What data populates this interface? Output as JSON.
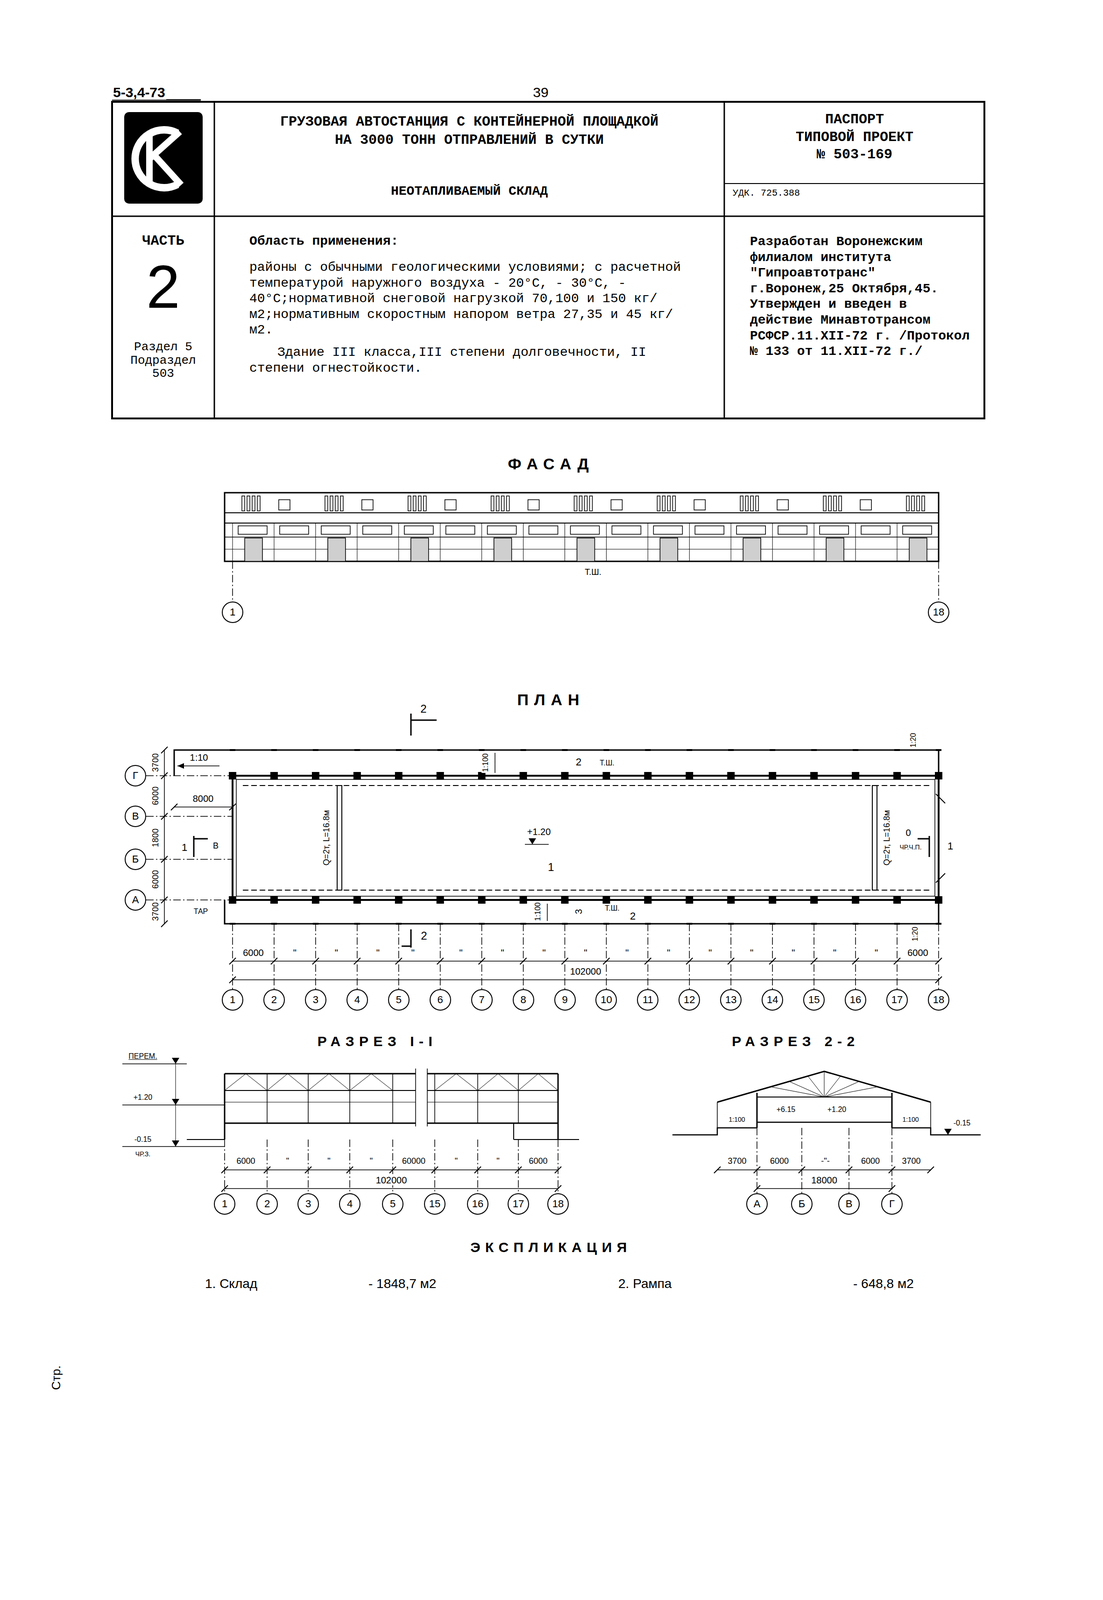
{
  "diagram": {
    "nodes": [
      {
        "text": [
          "ГРУЗОВАЯ АВТОСТАНЦИЯ С КОНТЕЙНЕРНОЙ ПЛОЩАДКОЙ НА 3000 ТОНН ОТПРАВЛЕНИЙ В СУТКИ",
          "НЕОТАПЛИВАЕМЫЙ СКЛАД"
        ]
      },
      {
        "text": [
          "ПАСПОРТ ТИПОВОЙ ПРОЕКТ № 503-169",
          "УДК. 725.388"
        ]
      },
      {
        "text": [
          "ЧАСТЬ",
          "2",
          "Раздел 5 Подраздел 503"
        ]
      },
      {
        "text": [
          "Область применения:",
          "районы с обычными геологическими условиями; с расчетной температурой наружного воздуха - 20°С, - 30°С, - 40°С;нормативной снеговой нагрузкой 70,100 и 150 кг/м2;нормативным скоростным напором ветра 27,35 и 45 кг/м2.",
          "Здание III класса,III степени долговечности, II степени огнестойкости."
        ]
      },
      {
        "text": [
          "Разработан Воронежским филиалом института \"Гипроавтотранс\" г.Воронеж,25 Октября,45. Утвержден и введен в действие Минавтотрансом РСФСР.11.XII-72 г. /Протокол № 133 от 11.XII-72 г./"
        ]
      },
      {
        "text": [
          "1"
        ]
      },
      {
        "text": [
          "18"
        ]
      },
      {
        "text": [
          "1"
        ]
      },
      {
        "text": [
          "2"
        ]
      },
      {
        "text": [
          "3"
        ]
      },
      {
        "text": [
          "4"
        ]
      },
      {
        "text": [
          "5"
        ]
      },
      {
        "text": [
          "6"
        ]
      },
      {
        "text": [
          "7"
        ]
      },
      {
        "text": [
          "8"
        ]
      },
      {
        "text": [
          "9"
        ]
      },
      {
        "text": [
          "10"
        ]
      },
      {
        "text": [
          "11"
        ]
      },
      {
        "text": [
          "12"
        ]
      },
      {
        "text": [
          "13"
        ]
      },
      {
        "text": [
          "14"
        ]
      },
      {
        "text": [
          "15"
        ]
      },
      {
        "text": [
          "16"
        ]
      },
      {
        "text": [
          "17"
        ]
      },
      {
        "text": [
          "18"
        ]
      },
      {
        "text": [
          "Г"
        ]
      },
      {
        "text": [
          "В"
        ]
      },
      {
        "text": [
          "Б"
        ]
      },
      {
        "text": [
          "А"
        ]
      },
      {
        "text": [
          "1"
        ]
      },
      {
        "text": [
          "2"
        ]
      },
      {
        "text": [
          "3"
        ]
      },
      {
        "text": [
          "4"
        ]
      },
      {
        "text": [
          "5"
        ]
      },
      {
        "text": [
          "15"
        ]
      },
      {
        "text": [
          "16"
        ]
      },
      {
        "text": [
          "17"
        ]
      },
      {
        "text": [
          "18"
        ]
      },
      {
        "text": [
          "А"
        ]
      },
      {
        "text": [
          "Б"
        ]
      },
      {
        "text": [
          "В"
        ]
      },
      {
        "text": [
          "Г"
        ]
      }
    ],
    "labels": [
      "5-3,4-73",
      "39",
      "ФАСАД",
      "Т.Ш.",
      "ПЛАН",
      "2",
      "1:10",
      "3700",
      "6000",
      "1800",
      "6000",
      "3700",
      "8000",
      "Q=2т, L=16.8м",
      "Q=2т, L=16.8м",
      "+1.20",
      "1",
      "2",
      "Т.Ш.",
      "1:100",
      "1:20",
      "1",
      "В",
      "1",
      "0",
      "ЧР.Ч.П.",
      "ТАР",
      "Т.Ш.",
      "2",
      "3",
      "1:100",
      "1:20",
      "6000",
      "\"",
      "\"",
      "\"",
      "\"",
      "\"",
      "\"",
      "\"",
      "\"",
      "\"",
      "\"",
      "\"",
      "\"",
      "\"",
      "\"",
      "\"",
      "2",
      "102000",
      "6000",
      "РАЗРЕЗ I-I",
      "ПЕРЕМ.",
      "+1.20",
      "-0.15",
      "ЧР.З.",
      "6000",
      "\"",
      "\"",
      "\"",
      "60000",
      "\"",
      "\"",
      "6000",
      "102000",
      "РАЗРЕЗ 2-2",
      "+6.15",
      "+1.20",
      "1:100",
      "1:100",
      "-0.15",
      "3700",
      "6000",
      "-\"-",
      "6000",
      "3700",
      "18000",
      "ЭКСПЛИКАЦИЯ",
      "1. Склад",
      "- 1848,7 м2",
      "2. Рампа",
      "- 648,8 м2",
      "Стр."
    ]
  }
}
